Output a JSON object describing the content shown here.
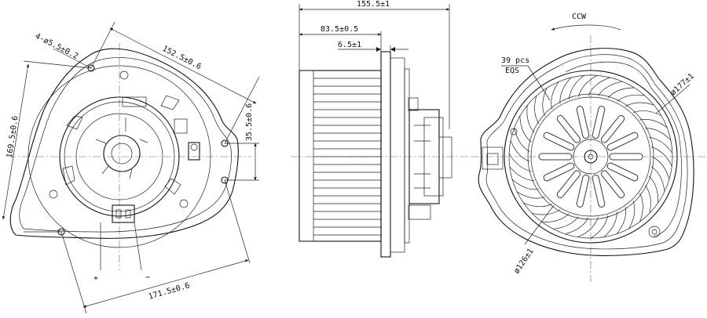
{
  "front_view": {
    "hole_spec": "4-ø5.5±0.2",
    "dim_top": "152.5±0.6",
    "dim_height": "169.5±0.6",
    "dim_right": "35.5±0.6",
    "dim_bottom": "171.5±0.6",
    "plus": "+",
    "minus": "−"
  },
  "side_view": {
    "dim_total": "155.5±1",
    "dim_mid": "83.5±0.5",
    "dim_small": "6.5±1"
  },
  "back_view": {
    "rotation": "CCW",
    "blade_count": "39 pcs",
    "blade_spacing": "EQS",
    "dia_outer": "ø177±1",
    "dia_inner": "ø126±1",
    "blades": 39
  }
}
